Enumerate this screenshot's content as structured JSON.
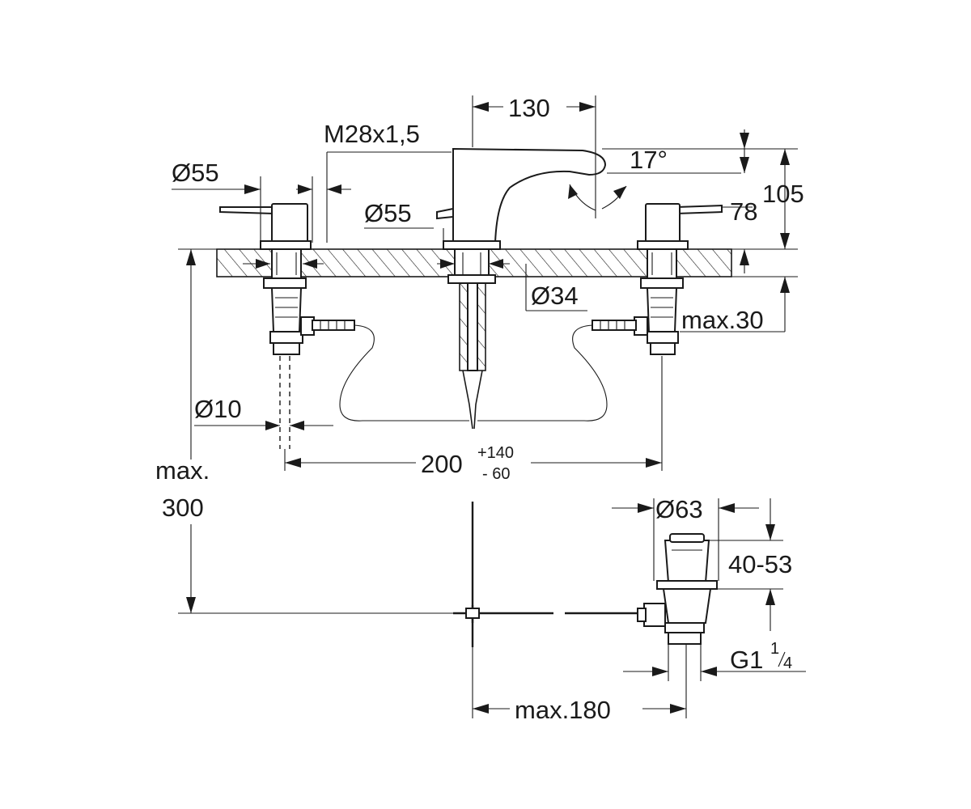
{
  "drawing": {
    "labels": {
      "spout_projection": "130",
      "thread": "M28x1,5",
      "lever_diameter": "Ø55",
      "spout_angle": "17°",
      "spout_diameter": "Ø55",
      "height_78": "78",
      "height_105": "105",
      "base_diameter": "Ø34",
      "max_thickness": "max.30",
      "pipe_diameter": "Ø10",
      "spacing_main": "200",
      "spacing_plus": "+140",
      "spacing_minus": "- 60",
      "max_height_1": "max.",
      "max_height_2": "300",
      "waste_diameter": "Ø63",
      "waste_range": "40-53",
      "waste_thread_main": "G1",
      "waste_thread_num": "1",
      "waste_thread_den": "4",
      "max_length": "max.180"
    }
  }
}
